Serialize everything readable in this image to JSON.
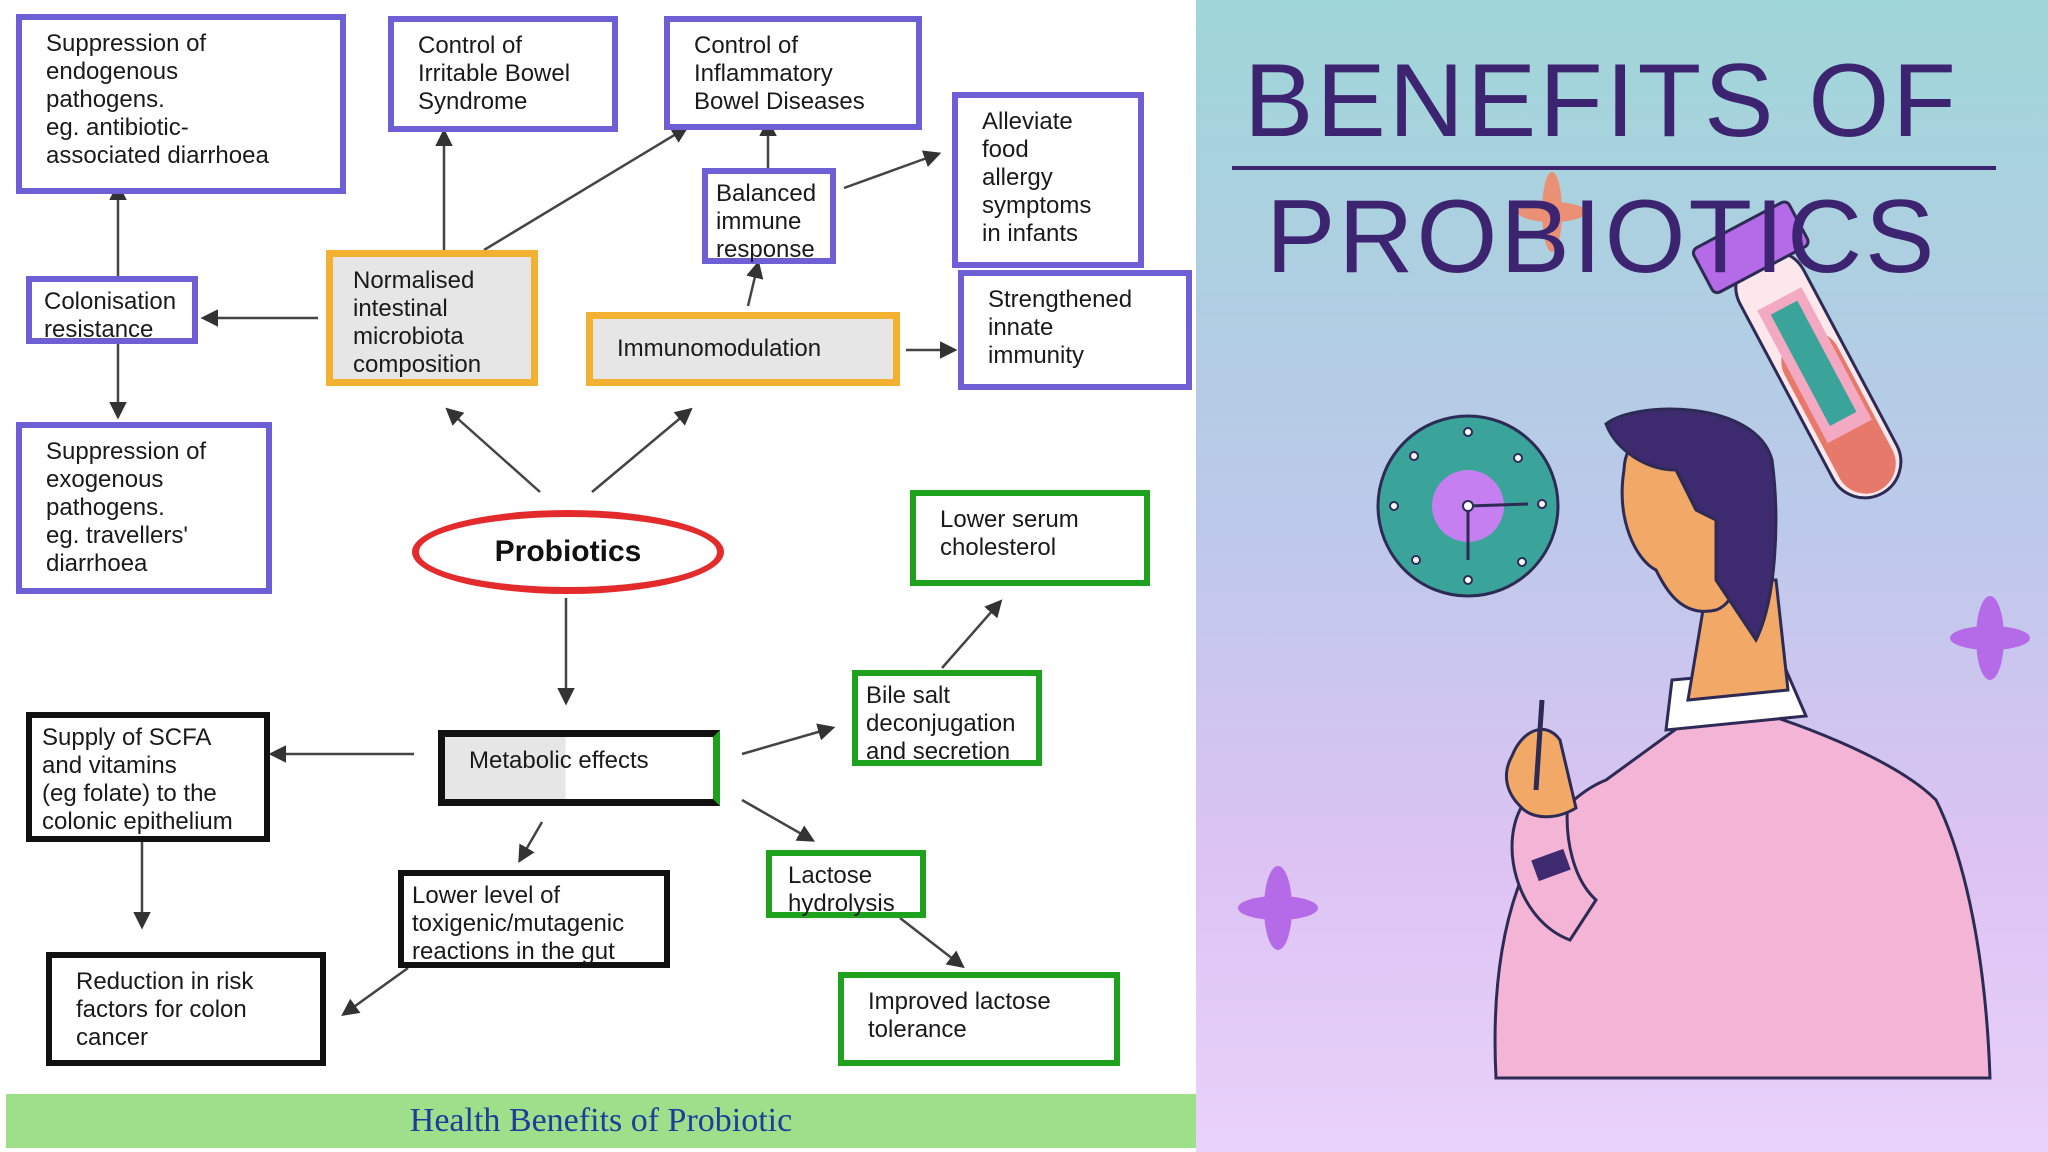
{
  "diagram": {
    "center": "Probiotics",
    "boxes": {
      "suppression_endogenous": "Suppression of\nendogenous\npathogens.\neg. antibiotic-\nassociated diarrhoea",
      "control_ibs": "Control of\nIrritable Bowel\nSyndrome",
      "control_ibd": "Control of\nInflammatory\nBowel Diseases",
      "alleviate_allergy": "Alleviate\nfood\nallergy\nsymptoms\nin infants",
      "balanced_immune": "Balanced\nimmune\nresponse",
      "colonisation": "Colonisation\nresistance",
      "normalised": "Normalised\nintestinal\nmicrobiota\ncomposition",
      "immunomodulation": "Immunomodulation",
      "strengthened": "Strengthened\ninnate\nimmunity",
      "suppression_exogenous": "Suppression of\nexogenous\npathogens.\neg. travellers'\ndiarrhoea",
      "lower_cholesterol": "Lower serum\ncholesterol",
      "bile_salt": "Bile salt\ndeconjugation\nand secretion",
      "supply_scfa": "Supply of SCFA\nand vitamins\n(eg folate) to the\ncolonic epithelium",
      "metabolic": "Metabolic effects",
      "lactose_hydrolysis": "Lactose\nhydrolysis",
      "lower_toxigenic": "Lower level of\ntoxigenic/mutagenic\nreactions in the gut",
      "reduction_risk": "Reduction in risk\nfactors for colon\ncancer",
      "improved_lactose": "Improved lactose\ntolerance"
    },
    "caption": "Health Benefits of Probiotic"
  },
  "title": {
    "line1": "BENEFITS OF",
    "line2": "PROBIOTICS"
  },
  "colors": {
    "purple_border": "#6f5fd6",
    "orange_border": "#f2b130",
    "green_border": "#1ea21e",
    "red_ellipse": "#e32b2b",
    "title_text": "#3d2470",
    "caption_bar": "#9ee08a"
  }
}
